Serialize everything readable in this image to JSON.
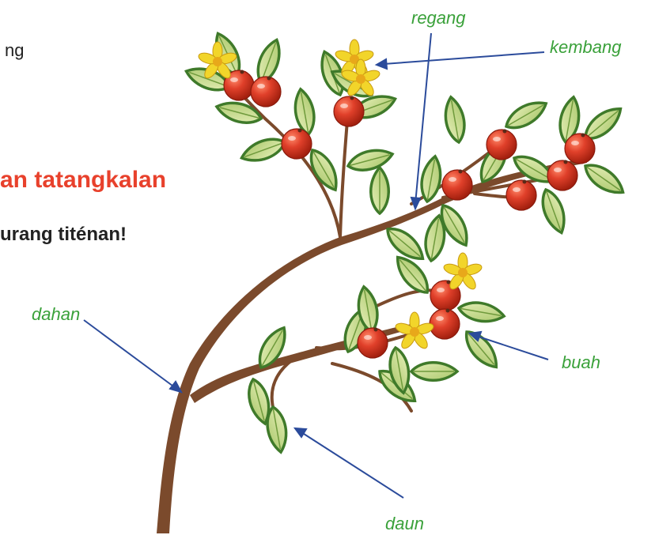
{
  "text": {
    "fragment_top": "ng",
    "heading": "an tatangkalan",
    "instruction": "urang titénan!"
  },
  "labels": {
    "regang": "regang",
    "kembang": "kembang",
    "dahan": "dahan",
    "buah": "buah",
    "daun": "daun"
  },
  "colors": {
    "label": "#3aa13a",
    "heading": "#e8412c",
    "arrow": "#2b4b9b",
    "branch": "#7b4a2c",
    "leaf": "#b9d27a",
    "leaf_edge": "#3f7a2a",
    "berry": "#d93a26",
    "flower": "#f2d52a"
  }
}
